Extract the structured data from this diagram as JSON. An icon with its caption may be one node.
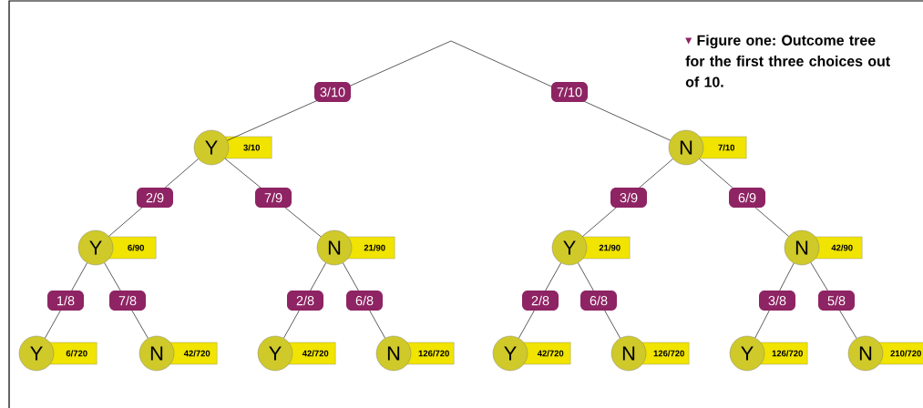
{
  "diagram": {
    "title": "Figure one: Outcome tree for the first three choices out of 10.",
    "nodes": [
      {
        "text": [
          "Y",
          "3/10"
        ]
      },
      {
        "text": [
          "N",
          "7/10"
        ]
      },
      {
        "text": [
          "Y",
          "6/90"
        ]
      },
      {
        "text": [
          "N",
          "21/90"
        ]
      },
      {
        "text": [
          "Y",
          "21/90"
        ]
      },
      {
        "text": [
          "N",
          "42/90"
        ]
      },
      {
        "text": [
          "Y",
          "6/720"
        ]
      },
      {
        "text": [
          "N",
          "42/720"
        ]
      },
      {
        "text": [
          "Y",
          "42/720"
        ]
      },
      {
        "text": [
          "N",
          "126/720"
        ]
      },
      {
        "text": [
          "Y",
          "42/720"
        ]
      },
      {
        "text": [
          "N",
          "126/720"
        ]
      },
      {
        "text": [
          "Y",
          "126/720"
        ]
      },
      {
        "text": [
          "N",
          "210/720"
        ]
      }
    ],
    "edges": [
      {
        "from": null,
        "to": 0,
        "arrow": "none",
        "label": "3/10"
      },
      {
        "from": null,
        "to": 1,
        "arrow": "none",
        "label": "7/10"
      },
      {
        "from": 0,
        "to": 2,
        "arrow": "none",
        "label": "2/9"
      },
      {
        "from": 0,
        "to": 3,
        "arrow": "none",
        "label": "7/9"
      },
      {
        "from": 1,
        "to": 4,
        "arrow": "none",
        "label": "3/9"
      },
      {
        "from": 1,
        "to": 5,
        "arrow": "none",
        "label": "6/9"
      },
      {
        "from": 2,
        "to": 6,
        "arrow": "none",
        "label": "1/8"
      },
      {
        "from": 2,
        "to": 7,
        "arrow": "none",
        "label": "7/8"
      },
      {
        "from": 3,
        "to": 8,
        "arrow": "none",
        "label": "2/8"
      },
      {
        "from": 3,
        "to": 9,
        "arrow": "none",
        "label": "6/8"
      },
      {
        "from": 4,
        "to": 10,
        "arrow": "none",
        "label": "2/8"
      },
      {
        "from": 4,
        "to": 11,
        "arrow": "none",
        "label": "6/8"
      },
      {
        "from": 5,
        "to": 12,
        "arrow": "none",
        "label": "3/8"
      },
      {
        "from": 5,
        "to": 13,
        "arrow": "none",
        "label": "5/8"
      }
    ]
  }
}
